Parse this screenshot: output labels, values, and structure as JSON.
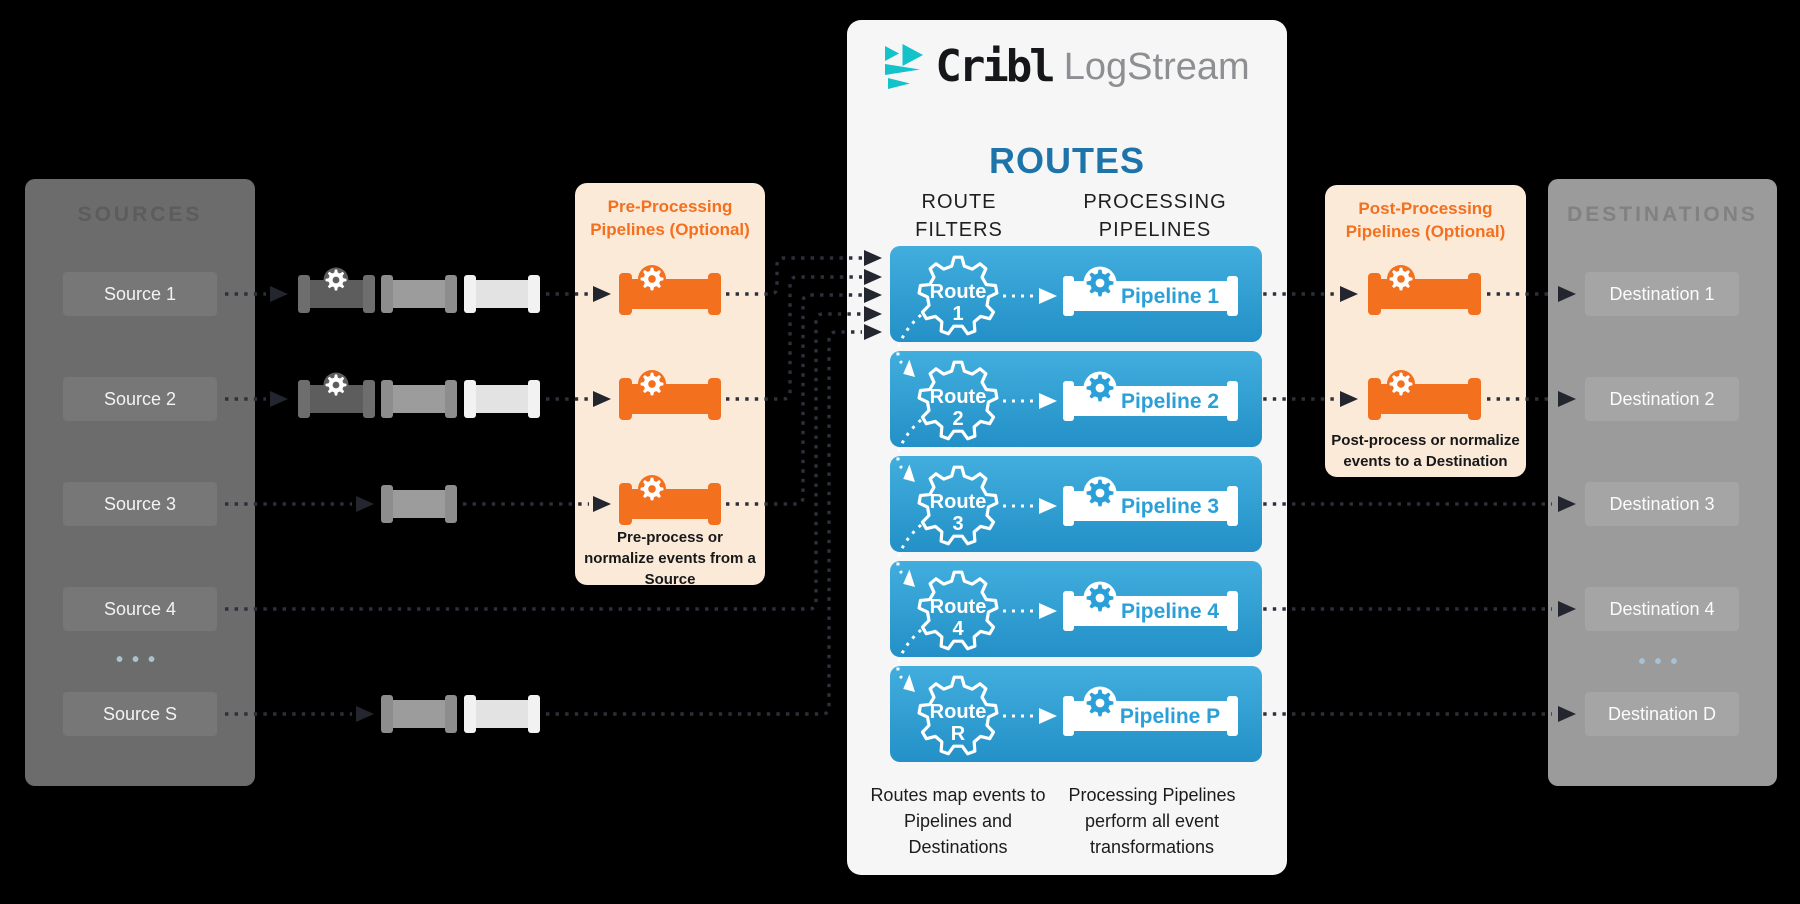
{
  "colors": {
    "background": "#000000",
    "accent_orange": "#f3701f",
    "panel_peach": "#fcead9",
    "route_box_blue_top": "#42aede",
    "route_box_blue_bottom": "#2390c7",
    "routes_title_blue": "#1d74ab",
    "pipeline_text_blue": "#2b9fd8",
    "brand_teal": "#14c3ca",
    "sources_panel_gray": "#6c6c6c",
    "destinations_panel_gray": "#9b9b9b",
    "connector_dark": "#2c303a",
    "ellipsis_blue_gray": "#a9c2d2"
  },
  "sources": {
    "title": "SOURCES",
    "items": [
      "Source 1",
      "Source 2",
      "Source 3",
      "Source 4",
      "Source S"
    ],
    "ellipsis": "•••"
  },
  "destinations": {
    "title": "DESTINATIONS",
    "items": [
      "Destination 1",
      "Destination 2",
      "Destination 3",
      "Destination 4",
      "Destination D"
    ],
    "ellipsis": "•••"
  },
  "pre": {
    "title_line1": "Pre-Processing",
    "title_line2": "Pipelines (Optional)",
    "caption": "Pre-process or normalize events from a Source"
  },
  "post": {
    "title_line1": "Post-Processing",
    "title_line2": "Pipelines (Optional)",
    "caption": "Post-process or normalize events to a Destination"
  },
  "center": {
    "brand": "Cribl",
    "product": "LogStream",
    "title": "ROUTES",
    "col_route_filters": {
      "line1": "ROUTE",
      "line2": "FILTERS"
    },
    "col_processing": {
      "line1": "PROCESSING",
      "line2": "PIPELINES"
    },
    "route_word": "Route",
    "route_ids": [
      "1",
      "2",
      "3",
      "4",
      "R"
    ],
    "pipelines": [
      "Pipeline 1",
      "Pipeline 2",
      "Pipeline 3",
      "Pipeline 4",
      "Pipeline P"
    ],
    "caption_routes": "Routes map events to Pipelines and Destinations",
    "caption_pipelines": "Processing Pipelines perform all event transformations"
  }
}
